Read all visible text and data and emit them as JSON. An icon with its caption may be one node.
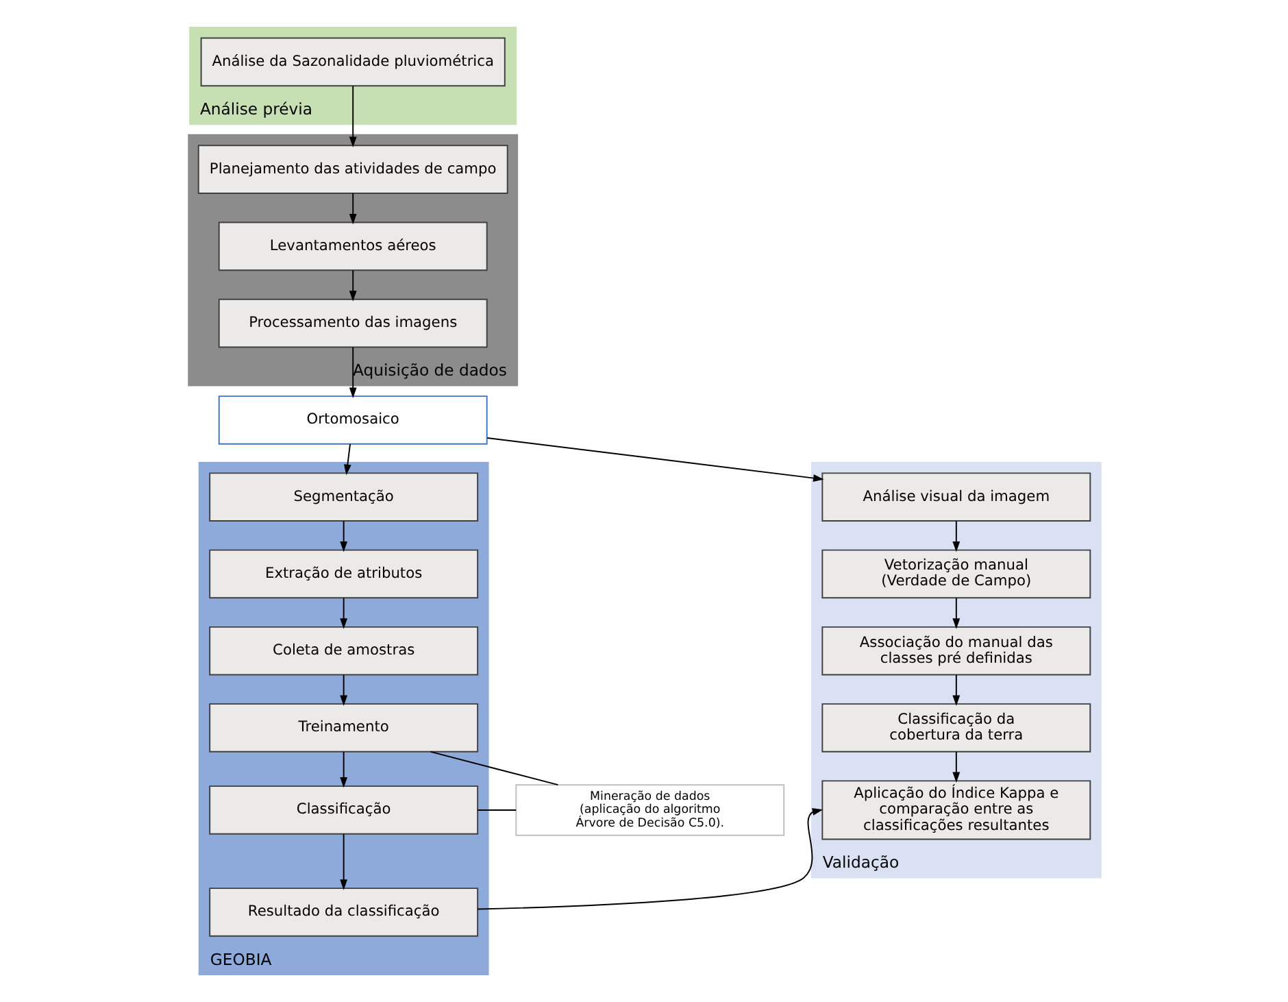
{
  "diagram": {
    "nodes": [
      {
        "text": [
          "Análise prévia"
        ]
      },
      {
        "text": [
          "Análise da Sazonalidade pluviométrica"
        ],
        "in": 0
      },
      {
        "text": [
          "Aquisição de dados"
        ]
      },
      {
        "text": [
          "Planejamento das atividades de campo"
        ],
        "in": 2
      },
      {
        "text": [
          "Levantamentos aéreos"
        ],
        "in": 2
      },
      {
        "text": [
          "Processamento das imagens"
        ],
        "in": 2
      },
      {
        "text": [
          "Ortomosaico"
        ]
      },
      {
        "text": [
          "GEOBIA"
        ]
      },
      {
        "text": [
          "Segmentação"
        ],
        "in": 7
      },
      {
        "text": [
          "Extração de atributos"
        ],
        "in": 7
      },
      {
        "text": [
          "Coleta de amostras"
        ],
        "in": 7
      },
      {
        "text": [
          "Treinamento"
        ],
        "in": 7
      },
      {
        "text": [
          "Classificação"
        ],
        "in": 7
      },
      {
        "text": [
          "Resultado da classificação"
        ],
        "in": 7
      },
      {
        "text": [
          "Mineração de dados (aplicação do algoritmo Árvore de Decisão C5.0)."
        ]
      },
      {
        "text": [
          "Validação"
        ]
      },
      {
        "text": [
          "Análise visual da imagem"
        ],
        "in": 15
      },
      {
        "text": [
          "Vetorização manual (Verdade de Campo)"
        ],
        "in": 15
      },
      {
        "text": [
          "Associação do manual das classes pré definidas"
        ],
        "in": 15
      },
      {
        "text": [
          "Classificação da cobertura da terra"
        ],
        "in": 15
      },
      {
        "text": [
          "Aplicação do Índice Kappa e comparação entre as classificações resultantes"
        ],
        "in": 15
      }
    ],
    "edges": [
      {
        "from": 1,
        "to": 3,
        "arrow": "to"
      },
      {
        "from": 3,
        "to": 4,
        "arrow": "to"
      },
      {
        "from": 4,
        "to": 5,
        "arrow": "to"
      },
      {
        "from": 5,
        "to": 6,
        "arrow": "to"
      },
      {
        "from": 6,
        "to": 8,
        "arrow": "to"
      },
      {
        "from": 6,
        "to": 16,
        "arrow": "to"
      },
      {
        "from": 8,
        "to": 9,
        "arrow": "to"
      },
      {
        "from": 9,
        "to": 10,
        "arrow": "to"
      },
      {
        "from": 10,
        "to": 11,
        "arrow": "to"
      },
      {
        "from": 11,
        "to": 12,
        "arrow": "to"
      },
      {
        "from": 12,
        "to": 13,
        "arrow": "to"
      },
      {
        "from": 11,
        "to": 14,
        "arrow": "none"
      },
      {
        "from": 12,
        "to": 14,
        "arrow": "none"
      },
      {
        "from": 16,
        "to": 17,
        "arrow": "to"
      },
      {
        "from": 17,
        "to": 18,
        "arrow": "to"
      },
      {
        "from": 18,
        "to": 19,
        "arrow": "to"
      },
      {
        "from": 19,
        "to": 20,
        "arrow": "to"
      },
      {
        "from": 13,
        "to": 20,
        "arrow": "to"
      }
    ]
  }
}
